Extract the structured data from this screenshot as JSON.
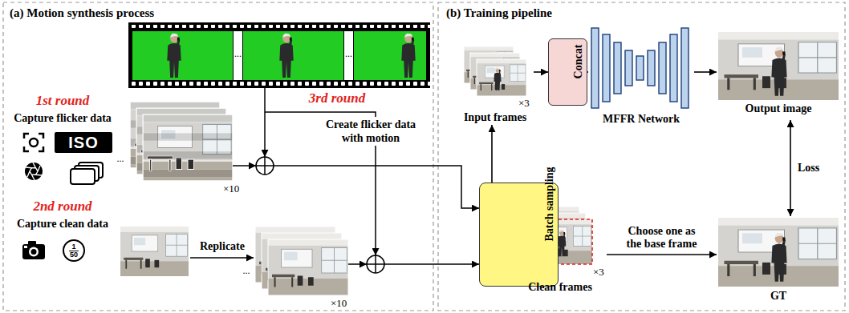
{
  "diagram": {
    "nodes": [
      {
        "text": [
          "ISO"
        ]
      },
      {
        "text": [
          "1",
          "50"
        ]
      },
      {
        "text": [
          "Batch sampling"
        ]
      },
      {
        "text": [
          "×3",
          "Input frames"
        ]
      },
      {
        "text": [
          "Concat"
        ]
      },
      {
        "text": [
          "MFFR Network"
        ]
      },
      {
        "text": [
          "Output image"
        ]
      },
      {
        "text": [
          "×3",
          "Clean frames"
        ]
      },
      {
        "text": [
          "GT"
        ]
      }
    ],
    "edges": [
      {
        "from": 3,
        "to": 4,
        "arrow": "to"
      },
      {
        "from": 4,
        "to": 5,
        "arrow": "to"
      },
      {
        "from": 5,
        "to": 6,
        "arrow": "to"
      },
      {
        "from": 2,
        "to": 3,
        "arrow": "to"
      },
      {
        "from": 2,
        "to": 7,
        "arrow": "to"
      },
      {
        "from": 7,
        "to": 8,
        "label": "Choose one as the base frame",
        "arrow": "to"
      },
      {
        "from": 6,
        "to": 8,
        "label": "Loss",
        "arrow": "both"
      }
    ],
    "labels": [
      "(a) Motion synthesis process",
      "(b) Training pipeline",
      "...",
      "...",
      "1st round",
      "Capture flicker data",
      "...",
      "×10",
      "3rd round",
      "Create flicker data with motion",
      "2nd round",
      "Capture clean data",
      "Replicate",
      "...",
      "×10"
    ]
  }
}
